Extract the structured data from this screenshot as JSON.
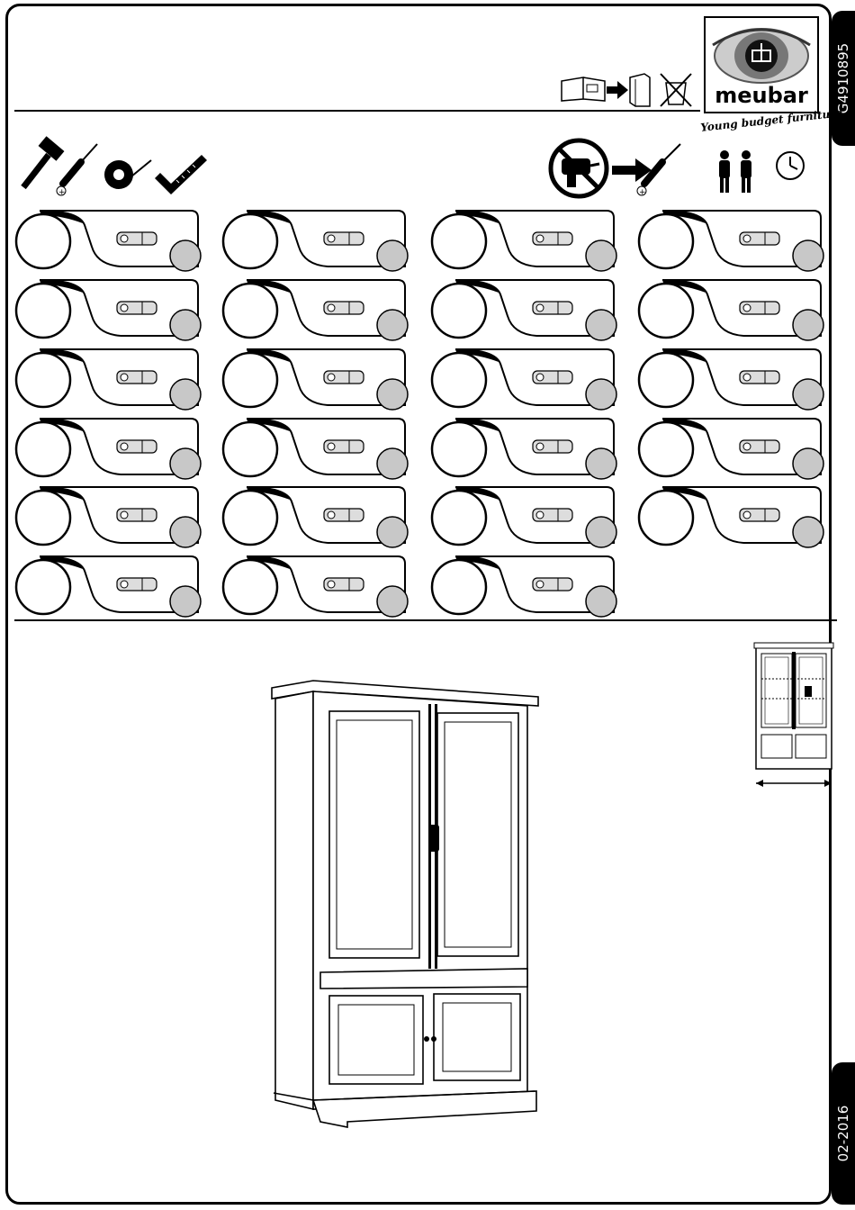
{
  "document": {
    "code": "G4910895",
    "date": "02-2016"
  },
  "brand": {
    "name": "meubar",
    "tagline": "Young budget furniture"
  },
  "icons": {
    "header": [
      "manual-icon",
      "arrow-icon",
      "binder-icon",
      "no-trash-icon"
    ],
    "tools": [
      "hammer-icon",
      "screwdriver-icon",
      "tape-measure-icon",
      "square-ruler-icon"
    ],
    "warning": [
      "no-power-drill-icon",
      "arrow-icon",
      "screwdriver-icon"
    ],
    "assembly": [
      "two-persons-icon",
      "clock-icon"
    ]
  },
  "parts": [
    {
      "icon": "hinge-icon",
      "number": "",
      "qty": ""
    },
    {
      "icon": "hinge-plate-icon",
      "number": "",
      "qty": ""
    },
    {
      "icon": "shelf-support-icon",
      "number": "",
      "qty": ""
    },
    {
      "icon": "cam-bolt-icon",
      "number": "",
      "qty": ""
    },
    {
      "icon": "wood-dowel-icon",
      "number": "",
      "qty": ""
    },
    {
      "icon": "nail-icon",
      "number": "",
      "qty": ""
    },
    {
      "icon": "cam-lock-icon",
      "number": "",
      "qty": ""
    },
    {
      "icon": "shelf-pin-icon",
      "number": "",
      "qty": ""
    },
    {
      "icon": "wood-screw-icon",
      "number": "",
      "qty": ""
    },
    {
      "icon": "corner-connector-icon",
      "number": "",
      "qty": ""
    },
    {
      "icon": "catch-plate-icon",
      "number": "",
      "qty": ""
    },
    {
      "icon": "screw-icon",
      "number": "",
      "qty": ""
    },
    {
      "icon": "knob-icon",
      "number": "",
      "qty": ""
    },
    {
      "icon": "rail-rod-icon",
      "number": "",
      "qty": ""
    },
    {
      "icon": "hanger-bracket-icon",
      "number": "",
      "qty": ""
    },
    {
      "icon": "rail-bracket-icon",
      "number": "",
      "qty": ""
    },
    {
      "icon": "door-stop-disc-icon",
      "number": "",
      "qty": ""
    },
    {
      "icon": "connector-screw-icon",
      "number": "",
      "qty": ""
    },
    {
      "icon": "rail-clip-icon",
      "number": "",
      "qty": ""
    },
    {
      "icon": "euro-screw-icon",
      "number": "",
      "qty": ""
    },
    {
      "icon": "short-euro-screw-icon",
      "number": "",
      "qty": ""
    },
    {
      "icon": "flat-head-screw-icon",
      "number": "",
      "qty": ""
    },
    {
      "icon": "fluted-dowel-icon",
      "number": "",
      "qty": ""
    }
  ],
  "illustrations": {
    "main": "wardrobe-illustration",
    "thumbnail": "wardrobe-dimension-icon"
  }
}
